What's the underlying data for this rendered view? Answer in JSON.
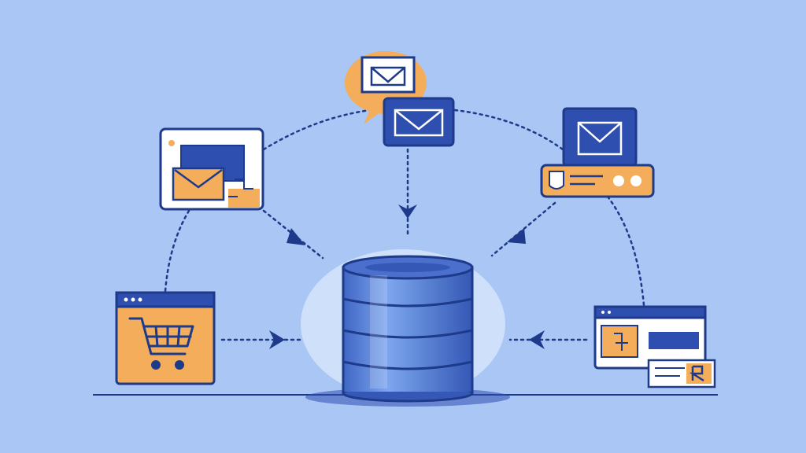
{
  "diagram": {
    "nodes": [
      {
        "id": "email-bubble",
        "icon": "envelope-icon"
      },
      {
        "id": "email-card-top",
        "icon": "envelope-icon"
      },
      {
        "id": "email-window-left",
        "icon": "envelope-icon"
      },
      {
        "id": "email-server-right",
        "icon": "envelope-icon"
      },
      {
        "id": "shopping-window",
        "icon": "shopping-cart-icon"
      },
      {
        "id": "web-page-right",
        "icon": "browser-window-icon"
      },
      {
        "id": "central-database",
        "icon": "database-icon"
      }
    ],
    "edges": [
      {
        "from": "email-window-left",
        "to": "central-database"
      },
      {
        "from": "email-card-top",
        "to": "central-database"
      },
      {
        "from": "email-server-right",
        "to": "central-database"
      },
      {
        "from": "shopping-window",
        "to": "central-database"
      },
      {
        "from": "web-page-right",
        "to": "central-database"
      }
    ],
    "colors": {
      "background": "#a9c6f5",
      "navy": "#1e3a8a",
      "blue": "#2f4fb0",
      "orange": "#f3ad5b",
      "database": "#5f88d6"
    }
  }
}
